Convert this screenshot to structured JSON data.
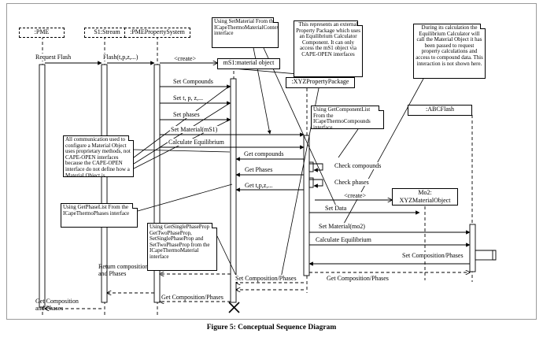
{
  "lifelines": {
    "pme": ":PME",
    "stream": "S1:Stream",
    "prop_system": ":PMEPropertySystem",
    "material": "mS1:material object",
    "package": ":XYZPropertyPackage",
    "flash": ":ABCFlash",
    "mo2": "Mo2:\nXYZMaterialObject"
  },
  "messages": {
    "request_flash": "Request Flash",
    "flash_call": "Flash(t,p,z,...)",
    "create1": "<create>",
    "set_compounds": "Set Compounds",
    "set_tpz": "Set t, p, z,...",
    "set_phases": "Set phases",
    "set_material": "Set  Material(mS1)",
    "calc_eq1": "Calculate Equilibrium",
    "get_compounds": "Get  compounds",
    "check_compounds": "Check compounds",
    "get_phases": "Get Phases",
    "check_phases": "Check phases",
    "get_tpz": "Get t,p,z,...",
    "create2": "<create>",
    "set_data": "Set Data",
    "set_material_mo2": "Set  Material(mo2)",
    "calc_eq2": "Calculate Equilibrium",
    "set_comp_phases1": "Set Composition/Phases",
    "return_comp": "Return composition\nand Phases",
    "set_comp_phases2": "Set Composition/Phases",
    "get_comp_phases1": "Get Composition/Phases",
    "get_comp_phases2": "Get Composition/Phases",
    "get_comp_left": "Get Composition\nand Phases"
  },
  "notes": {
    "using_setmaterial": "Using SetMaterial From the ICapeThermoMaterialContext interface",
    "external_package": "This represents an external Property Package which uses an Equilibrium Calculator Component. It can only access the mS1 object via CAPE-OPEN interfaces",
    "equilibrium_calculator": "During its calculation the Equilibrium Calculator will call the Material Object it has been passed to request property calculations and access to compound data. This interaction is not shown here.",
    "getcomponentlist": "Using GetComponentList From the ICapeThermoCompounds interface",
    "all_communication": "All communication used to configure a Material Object uses proprietary methods, not CAPE-OPEN interfaces because the CAPE-OPEN interface do not define how a Material Object is constructed.",
    "getphaselist": "Using GetPhaseList From the ICapeThermoPhases interface",
    "getsinglephaseprop": "Using GetSinglePhaseProp GetTwoPhaseProp, SetSinglePhaseProp and SetTwoPhaseProp from the ICapeThermoMaterial interface"
  },
  "caption": "Figure 5: Conceptual Sequence Diagram"
}
